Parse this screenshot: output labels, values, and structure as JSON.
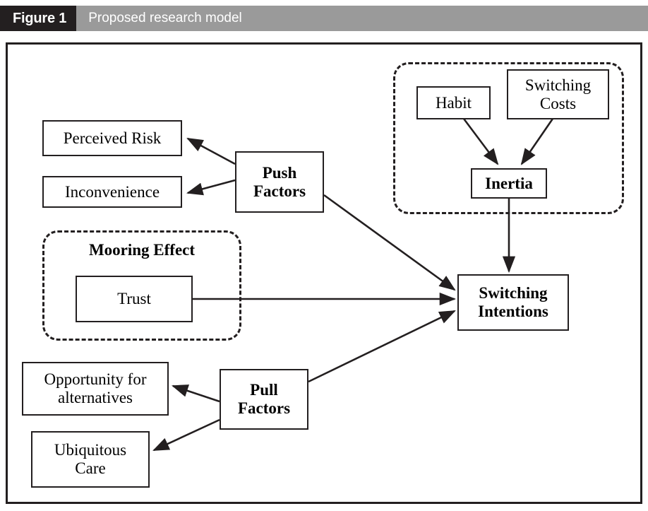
{
  "caption": {
    "figure_tag": "Figure 1",
    "title": "Proposed research model",
    "tag_bg": "#231f20",
    "bar_bg": "#9a9a9a",
    "text_color": "#ffffff"
  },
  "diagram": {
    "type": "conceptual-model",
    "stroke_color": "#231f20",
    "background": "#ffffff",
    "nodes": {
      "perceived_risk": {
        "label": "Perceived Risk"
      },
      "inconvenience": {
        "label": "Inconvenience"
      },
      "push_factors": {
        "line1": "Push",
        "line2": "Factors"
      },
      "habit": {
        "label": "Habit"
      },
      "switching_costs": {
        "line1": "Switching",
        "line2": "Costs"
      },
      "inertia": {
        "label": "Inertia"
      },
      "trust": {
        "label": "Trust"
      },
      "switching_intentions": {
        "line1": "Switching",
        "line2": "Intentions"
      },
      "opportunity": {
        "line1": "Opportunity for",
        "line2": "alternatives"
      },
      "ubiquitous_care": {
        "line1": "Ubiquitous",
        "line2": "Care"
      },
      "pull_factors": {
        "line1": "Pull",
        "line2": "Factors"
      }
    },
    "groups": {
      "inertia_group": {
        "label": ""
      },
      "mooring_group": {
        "label": "Mooring Effect"
      }
    },
    "edges": [
      {
        "from": "push_factors",
        "to": "perceived_risk"
      },
      {
        "from": "push_factors",
        "to": "inconvenience"
      },
      {
        "from": "push_factors",
        "to": "switching_intentions"
      },
      {
        "from": "habit",
        "to": "inertia"
      },
      {
        "from": "switching_costs",
        "to": "inertia"
      },
      {
        "from": "inertia_group",
        "to": "switching_intentions"
      },
      {
        "from": "trust",
        "to": "switching_intentions"
      },
      {
        "from": "pull_factors",
        "to": "opportunity"
      },
      {
        "from": "pull_factors",
        "to": "ubiquitous_care"
      },
      {
        "from": "pull_factors",
        "to": "switching_intentions"
      }
    ]
  }
}
